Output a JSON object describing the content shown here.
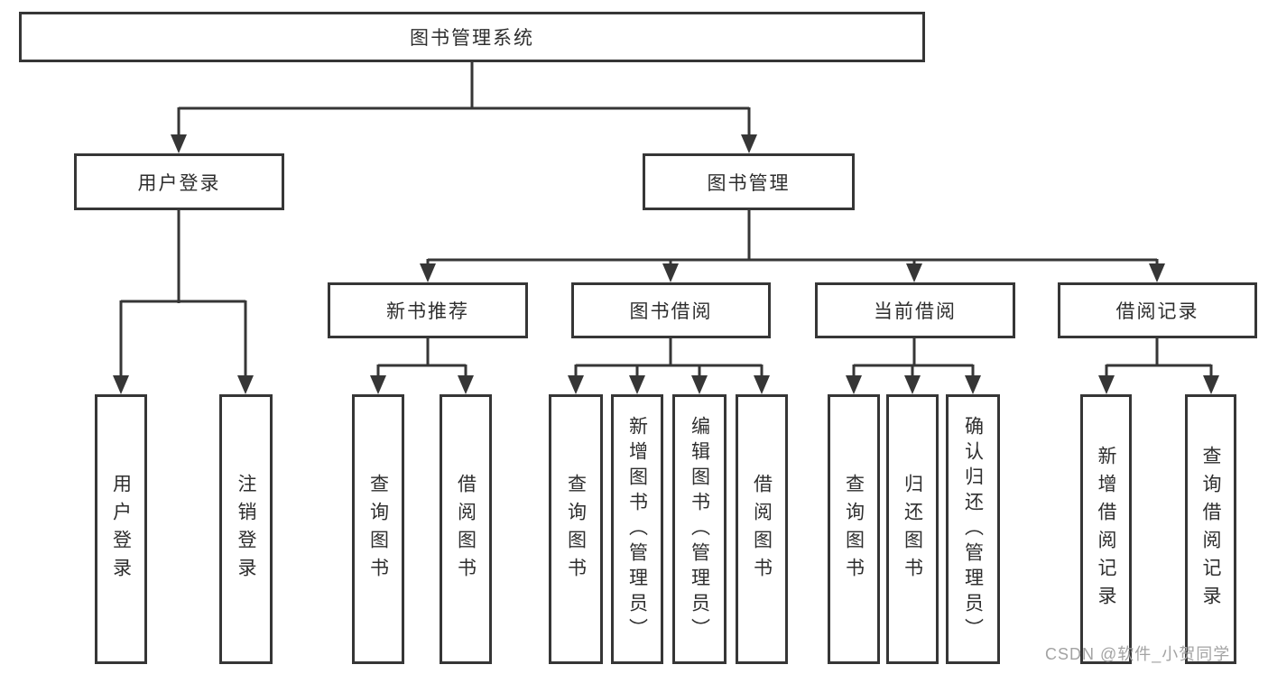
{
  "diagram": {
    "root": {
      "label": "图书管理系统"
    },
    "user_login": {
      "label": "用户登录",
      "leaves": [
        "用户登录",
        "注销登录"
      ]
    },
    "book_mgmt": {
      "label": "图书管理",
      "sections": [
        {
          "label": "新书推荐",
          "leaves": [
            "查询图书",
            "借阅图书"
          ]
        },
        {
          "label": "图书借阅",
          "leaves": [
            "查询图书",
            "新增图书（管理员）",
            "编辑图书（管理员）",
            "借阅图书"
          ]
        },
        {
          "label": "当前借阅",
          "leaves": [
            "查询图书",
            "归还图书",
            "确认归还（管理员）"
          ]
        },
        {
          "label": "借阅记录",
          "leaves": [
            "新增借阅记录",
            "查询借阅记录"
          ]
        }
      ]
    },
    "watermark": "CSDN @软件_小贺同学",
    "colors": {
      "line": "#363636",
      "watermark": "#a3a3a3",
      "background": "#ffffff"
    }
  }
}
